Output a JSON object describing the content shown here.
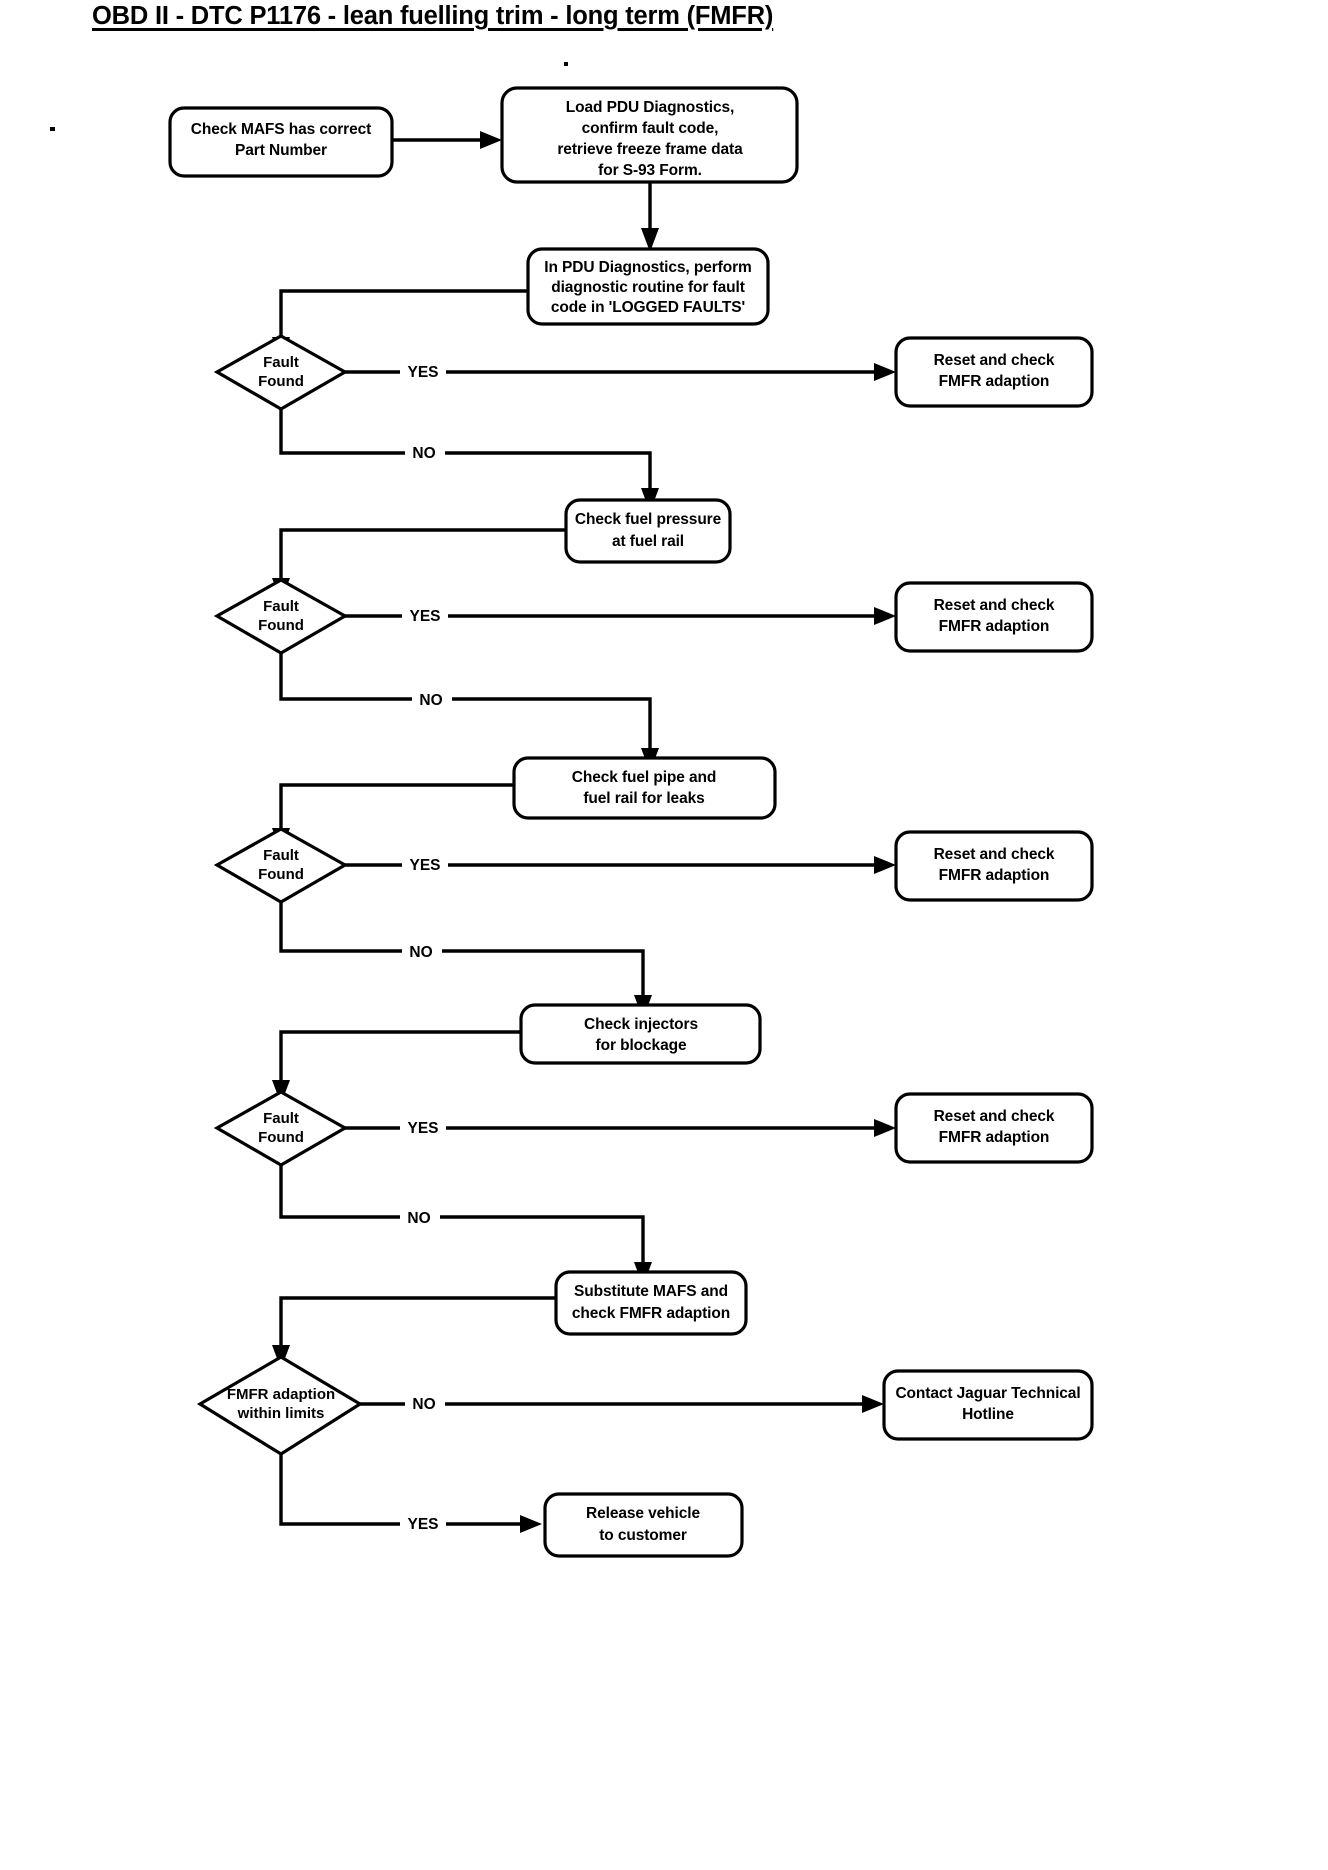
{
  "document": {
    "title": "OBD II - DTC P1176 - lean fuelling trim - long term (FMFR)",
    "type": "diagnostic-flowchart"
  },
  "nodes": {
    "check_mafs": {
      "lines": [
        "Check MAFS has correct",
        "Part Number"
      ],
      "shape": "rounded-rect"
    },
    "load_pdu": {
      "lines": [
        "Load PDU Diagnostics,",
        "confirm fault code,",
        "retrieve freeze frame data",
        "for S-93 Form."
      ],
      "shape": "rounded-rect"
    },
    "perform_routine": {
      "lines": [
        "In PDU Diagnostics, perform",
        "diagnostic routine for fault",
        "code in  'LOGGED FAULTS'"
      ],
      "shape": "rounded-rect"
    },
    "decision1": {
      "lines": [
        "Fault",
        "Found"
      ],
      "shape": "diamond"
    },
    "reset1": {
      "lines": [
        "Reset and check",
        "FMFR adaption"
      ],
      "shape": "rounded-rect"
    },
    "check_fuel_pressure": {
      "lines": [
        "Check fuel pressure",
        "at fuel rail"
      ],
      "shape": "rounded-rect"
    },
    "decision2": {
      "lines": [
        "Fault",
        "Found"
      ],
      "shape": "diamond"
    },
    "reset2": {
      "lines": [
        "Reset and check",
        "FMFR adaption"
      ],
      "shape": "rounded-rect"
    },
    "check_leaks": {
      "lines": [
        "Check fuel pipe and",
        "fuel rail for leaks"
      ],
      "shape": "rounded-rect"
    },
    "decision3": {
      "lines": [
        "Fault",
        "Found"
      ],
      "shape": "diamond"
    },
    "reset3": {
      "lines": [
        "Reset and check",
        "FMFR adaption"
      ],
      "shape": "rounded-rect"
    },
    "check_injectors": {
      "lines": [
        "Check injectors",
        "for blockage"
      ],
      "shape": "rounded-rect"
    },
    "decision4": {
      "lines": [
        "Fault",
        "Found"
      ],
      "shape": "diamond"
    },
    "reset4": {
      "lines": [
        "Reset and check",
        "FMFR adaption"
      ],
      "shape": "rounded-rect"
    },
    "substitute_mafs": {
      "lines": [
        "Substitute MAFS and",
        "check FMFR adaption"
      ],
      "shape": "rounded-rect"
    },
    "decision5": {
      "lines": [
        "FMFR adaption",
        "within limits"
      ],
      "shape": "diamond"
    },
    "contact_hotline": {
      "lines": [
        "Contact Jaguar Technical",
        "Hotline"
      ],
      "shape": "rounded-rect"
    },
    "release_vehicle": {
      "lines": [
        "Release vehicle",
        "to customer"
      ],
      "shape": "rounded-rect"
    }
  },
  "edge_labels": {
    "yes1": "YES",
    "no1": "NO",
    "yes2": "YES",
    "no2": "NO",
    "yes3": "YES",
    "no3": "NO",
    "yes4": "YES",
    "no4": "NO",
    "no5": "NO",
    "yes5": "YES"
  },
  "colors": {
    "stroke": "#000000",
    "fill": "#ffffff",
    "text": "#000000"
  }
}
